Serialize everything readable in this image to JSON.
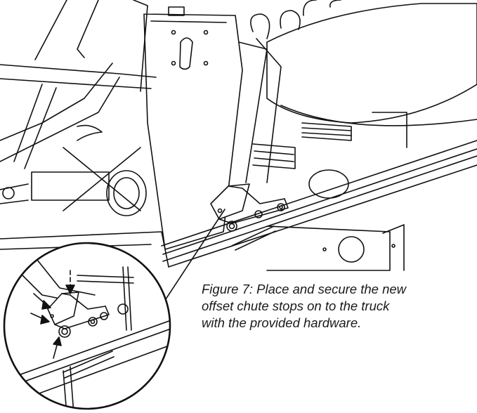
{
  "figure": {
    "caption_lines": [
      "Figure 7: Place and secure the new",
      "offset chute stops on to the truck",
      "with the provided hardware."
    ]
  }
}
